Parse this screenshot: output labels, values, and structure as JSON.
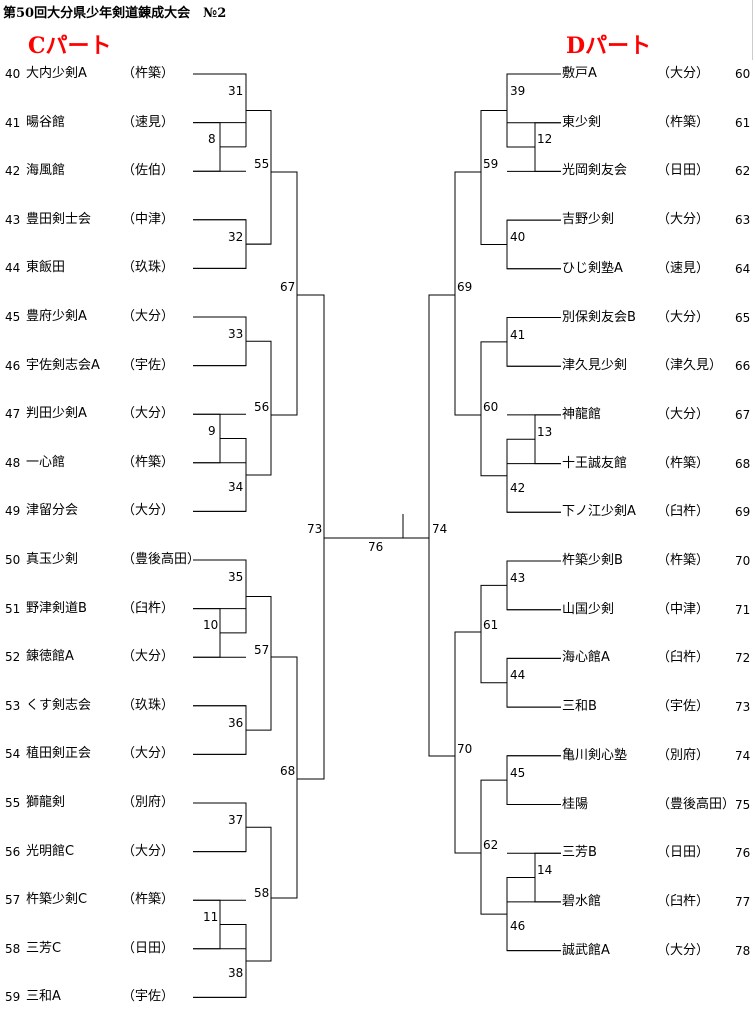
{
  "title": "第50回大分県少年剣道錬成大会　№2",
  "left_part": {
    "label": "Cパート",
    "teams": [
      {
        "no": "40",
        "name": "大内少剣A",
        "pref": "（杵築）"
      },
      {
        "no": "41",
        "name": "暘谷館",
        "pref": "（速見）"
      },
      {
        "no": "42",
        "name": "海風館",
        "pref": "（佐伯）"
      },
      {
        "no": "43",
        "name": "豊田剣士会",
        "pref": "（中津）"
      },
      {
        "no": "44",
        "name": "東飯田",
        "pref": "（玖珠）"
      },
      {
        "no": "45",
        "name": "豊府少剣A",
        "pref": "（大分）"
      },
      {
        "no": "46",
        "name": "宇佐剣志会A",
        "pref": "（宇佐）"
      },
      {
        "no": "47",
        "name": "判田少剣A",
        "pref": "（大分）"
      },
      {
        "no": "48",
        "name": "一心館",
        "pref": "（杵築）"
      },
      {
        "no": "49",
        "name": "津留分会",
        "pref": "（大分）"
      },
      {
        "no": "50",
        "name": "真玉少剣",
        "pref": "（豊後高田）"
      },
      {
        "no": "51",
        "name": "野津剣道B",
        "pref": "（臼杵）"
      },
      {
        "no": "52",
        "name": "錬徳館A",
        "pref": "（大分）"
      },
      {
        "no": "53",
        "name": "くす剣志会",
        "pref": "（玖珠）"
      },
      {
        "no": "54",
        "name": "稙田剣正会",
        "pref": "（大分）"
      },
      {
        "no": "55",
        "name": "獅龍剣",
        "pref": "（別府）"
      },
      {
        "no": "56",
        "name": "光明館C",
        "pref": "（大分）"
      },
      {
        "no": "57",
        "name": "杵築少剣C",
        "pref": "（杵築）"
      },
      {
        "no": "58",
        "name": "三芳C",
        "pref": "（日田）"
      },
      {
        "no": "59",
        "name": "三和A",
        "pref": "（宇佐）"
      }
    ]
  },
  "right_part": {
    "label": "Dパート",
    "teams": [
      {
        "no": "60",
        "name": "敷戸A",
        "pref": "（大分）"
      },
      {
        "no": "61",
        "name": "東少剣",
        "pref": "（杵築）"
      },
      {
        "no": "62",
        "name": "光岡剣友会",
        "pref": "（日田）"
      },
      {
        "no": "63",
        "name": "吉野少剣",
        "pref": "（大分）"
      },
      {
        "no": "64",
        "name": "ひじ剣塾A",
        "pref": "（速見）"
      },
      {
        "no": "65",
        "name": "別保剣友会B",
        "pref": "（大分）"
      },
      {
        "no": "66",
        "name": "津久見少剣",
        "pref": "（津久見）"
      },
      {
        "no": "67",
        "name": "神龍館",
        "pref": "（大分）"
      },
      {
        "no": "68",
        "name": "十王誠友館",
        "pref": "（杵築）"
      },
      {
        "no": "69",
        "name": "下ノ江少剣A",
        "pref": "（臼杵）"
      },
      {
        "no": "70",
        "name": "杵築少剣B",
        "pref": "（杵築）"
      },
      {
        "no": "71",
        "name": "山国少剣",
        "pref": "（中津）"
      },
      {
        "no": "72",
        "name": "海心館A",
        "pref": "（臼杵）"
      },
      {
        "no": "73",
        "name": "三和B",
        "pref": "（宇佐）"
      },
      {
        "no": "74",
        "name": "亀川剣心塾",
        "pref": "（別府）"
      },
      {
        "no": "75",
        "name": "桂陽",
        "pref": "（豊後高田）"
      },
      {
        "no": "76",
        "name": "三芳B",
        "pref": "（日田）"
      },
      {
        "no": "77",
        "name": "碧水館",
        "pref": "（臼杵）"
      },
      {
        "no": "78",
        "name": "誠武館A",
        "pref": "（大分）"
      }
    ]
  },
  "match_numbers": {
    "left": [
      "31",
      "8",
      "55",
      "32",
      "67",
      "33",
      "56",
      "9",
      "34",
      "73",
      "35",
      "10",
      "57",
      "36",
      "68",
      "37",
      "58",
      "11",
      "38"
    ],
    "right": [
      "39",
      "12",
      "59",
      "40",
      "69",
      "41",
      "60",
      "13",
      "42",
      "74",
      "43",
      "61",
      "44",
      "70",
      "45",
      "62",
      "14",
      "46"
    ],
    "final": "76"
  }
}
